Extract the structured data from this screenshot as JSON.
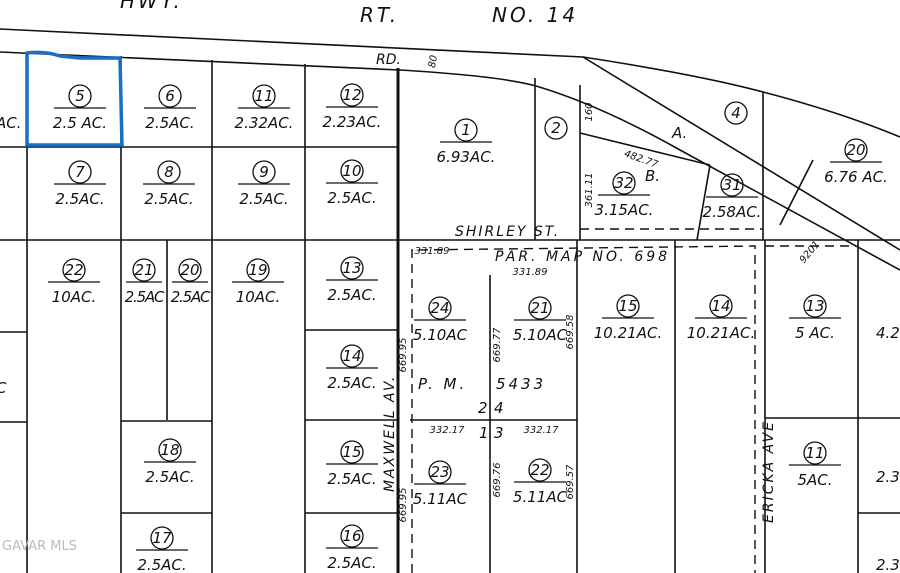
{
  "map": {
    "highlight_color": "#1a6fc4",
    "streets": {
      "hwy": "HWY.",
      "rt": "RT.",
      "no14": "NO. 14",
      "rd": "RD.",
      "rd_width": "80",
      "shirley": "SHIRLEY   ST.",
      "par_map": "PAR.  MAP  NO. 698",
      "pm": "P. M.",
      "pm_no": "5433",
      "maxwell": "MAXWELL   AV.",
      "ericka": "ERICKA   AVE"
    },
    "dimensions": [
      "331.89",
      "331.89",
      "669.95",
      "669.77",
      "669.58",
      "332.17",
      "332.17",
      "669.76",
      "669.57",
      "669.95",
      "160",
      "361.11",
      "482.77",
      "9201"
    ],
    "labels": [
      "A.",
      "B.",
      "2",
      "4",
      "1",
      "3"
    ],
    "partial_labels": [
      "AC.",
      "C",
      "4.2",
      "2.3",
      "2.3"
    ],
    "parcels": [
      {
        "lot": "5",
        "acres": "2.5   AC.",
        "highlighted": true
      },
      {
        "lot": "6",
        "acres": "2.5AC."
      },
      {
        "lot": "11",
        "acres": "2.32AC."
      },
      {
        "lot": "12",
        "acres": "2.23AC."
      },
      {
        "lot": "7",
        "acres": "2.5AC."
      },
      {
        "lot": "8",
        "acres": "2.5AC."
      },
      {
        "lot": "9",
        "acres": "2.5AC."
      },
      {
        "lot": "10",
        "acres": "2.5AC."
      },
      {
        "lot": "1",
        "acres": "6.93AC."
      },
      {
        "lot": "2",
        "acres": ""
      },
      {
        "lot": "32",
        "acres": "3.15AC."
      },
      {
        "lot": "31",
        "acres": "2.58AC."
      },
      {
        "lot": "4",
        "acres": ""
      },
      {
        "lot": "20",
        "acres": "6.76 AC."
      },
      {
        "lot": "22",
        "acres": "10AC."
      },
      {
        "lot": "21",
        "acres": "2.5AC"
      },
      {
        "lot": "20",
        "acres": "2.5AC"
      },
      {
        "lot": "19",
        "acres": "10AC."
      },
      {
        "lot": "13",
        "acres": "2.5AC."
      },
      {
        "lot": "24",
        "acres": "5.10AC"
      },
      {
        "lot": "21",
        "acres": "5.10AC"
      },
      {
        "lot": "15",
        "acres": "10.21AC."
      },
      {
        "lot": "14",
        "acres": "10.21AC."
      },
      {
        "lot": "13",
        "acres": "5 AC."
      },
      {
        "lot": "14",
        "acres": "2.5AC."
      },
      {
        "lot": "18",
        "acres": "2.5AC."
      },
      {
        "lot": "15",
        "acres": "2.5AC."
      },
      {
        "lot": "23",
        "acres": "5.11AC"
      },
      {
        "lot": "22",
        "acres": "5.11AC"
      },
      {
        "lot": "11",
        "acres": "5AC."
      },
      {
        "lot": "17",
        "acres": "2.5AC."
      },
      {
        "lot": "16",
        "acres": "2.5AC."
      }
    ],
    "watermark": "GAVAR MLS"
  }
}
